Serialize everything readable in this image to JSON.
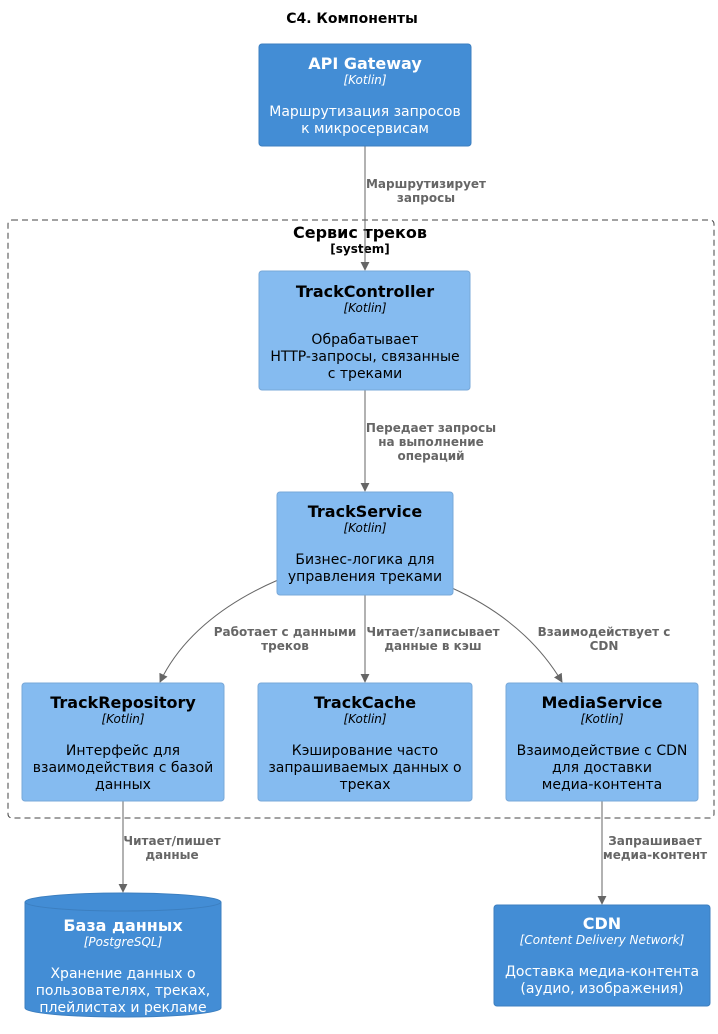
{
  "title": "C4. Компоненты",
  "colors": {
    "external": "#438dd5",
    "component": "#85bbf0",
    "external_border": "#3c7fc0",
    "component_border": "#78a8d8",
    "arrow": "#666666",
    "boundary": "#444444"
  },
  "boundary": {
    "name": "Сервис треков",
    "tag": "[system]"
  },
  "nodes": {
    "api_gateway": {
      "name": "API Gateway",
      "tech": "[Kotlin]",
      "desc": [
        "Маршрутизация запросов",
        "к микросервисам"
      ]
    },
    "track_controller": {
      "name": "TrackController",
      "tech": "[Kotlin]",
      "desc": [
        "Обрабатывает",
        "HTTP-запросы, связанные",
        "с треками"
      ]
    },
    "track_service": {
      "name": "TrackService",
      "tech": "[Kotlin]",
      "desc": [
        "Бизнес-логика для",
        "управления треками"
      ]
    },
    "track_repository": {
      "name": "TrackRepository",
      "tech": "[Kotlin]",
      "desc": [
        "Интерфейс для",
        "взаимодействия с базой",
        "данных"
      ]
    },
    "track_cache": {
      "name": "TrackCache",
      "tech": "[Kotlin]",
      "desc": [
        "Кэширование часто",
        "запрашиваемых данных о",
        "треках"
      ]
    },
    "media_service": {
      "name": "MediaService",
      "tech": "[Kotlin]",
      "desc": [
        "Взаимодействие с CDN",
        "для доставки",
        "медиа-контента"
      ]
    },
    "database": {
      "name": "База данных",
      "tech": "[PostgreSQL]",
      "desc": [
        "Хранение данных о",
        "пользователях, треках,",
        "плейлистах и рекламе"
      ]
    },
    "cdn": {
      "name": "CDN",
      "tech": "[Content Delivery Network]",
      "desc": [
        "Доставка медиа-контента",
        "(аудио, изображения)"
      ]
    }
  },
  "edges": {
    "gateway_to_controller": [
      "Маршрутизирует",
      "запросы"
    ],
    "controller_to_service": [
      "Передает запросы",
      "на выполнение",
      "операций"
    ],
    "service_to_repository": [
      "Работает с данными",
      "треков"
    ],
    "service_to_cache": [
      "Читает/записывает",
      "данные в кэш"
    ],
    "service_to_media": [
      "Взаимодействует с",
      "CDN"
    ],
    "repository_to_database": [
      "Читает/пишет",
      "данные"
    ],
    "media_to_cdn": [
      "Запрашивает",
      "медиа-контент"
    ]
  }
}
